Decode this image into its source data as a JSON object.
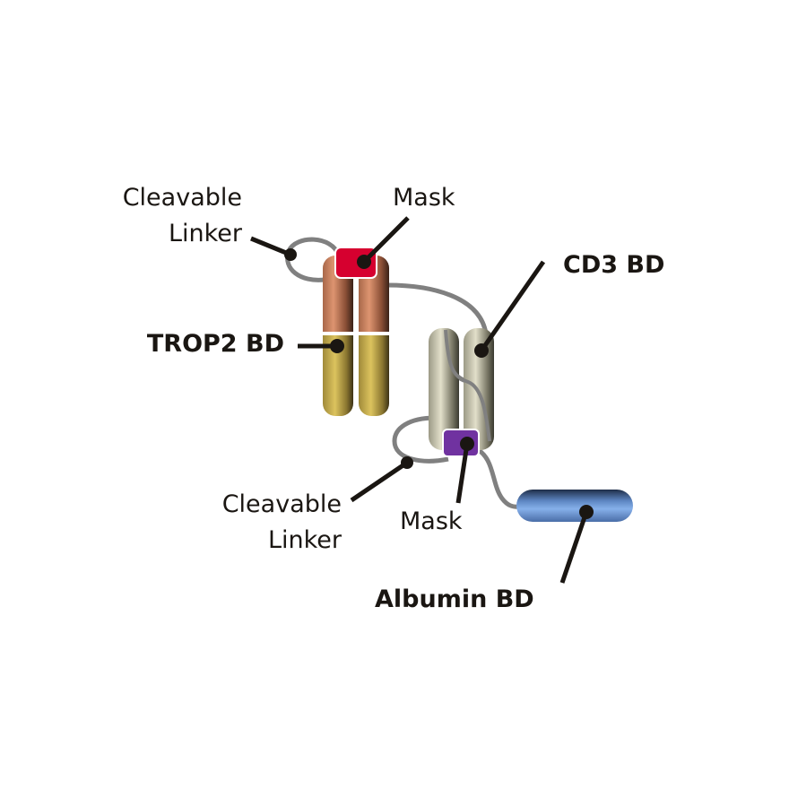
{
  "title": "Masked bispecific T-cell engager schematic",
  "labels": {
    "cleavable_linker_top": [
      "Cleavable",
      "Linker"
    ],
    "mask_top": "Mask",
    "cd3_bd": "CD3 BD",
    "trop2_bd": "TROP2 BD",
    "cleavable_linker_bottom": [
      "Cleavable",
      "Linker"
    ],
    "mask_bottom": "Mask",
    "albumin_bd": "Albumin BD"
  },
  "colors": {
    "mask_top": "#d6002f",
    "mask_bottom": "#7032a0",
    "trop2_upper": "#d4896a",
    "trop2_lower": "#d6bb58",
    "cd3": "#dcd9c4",
    "albumin": "#7fa8e0",
    "linker": "#808080",
    "leader": "#1a1612"
  }
}
